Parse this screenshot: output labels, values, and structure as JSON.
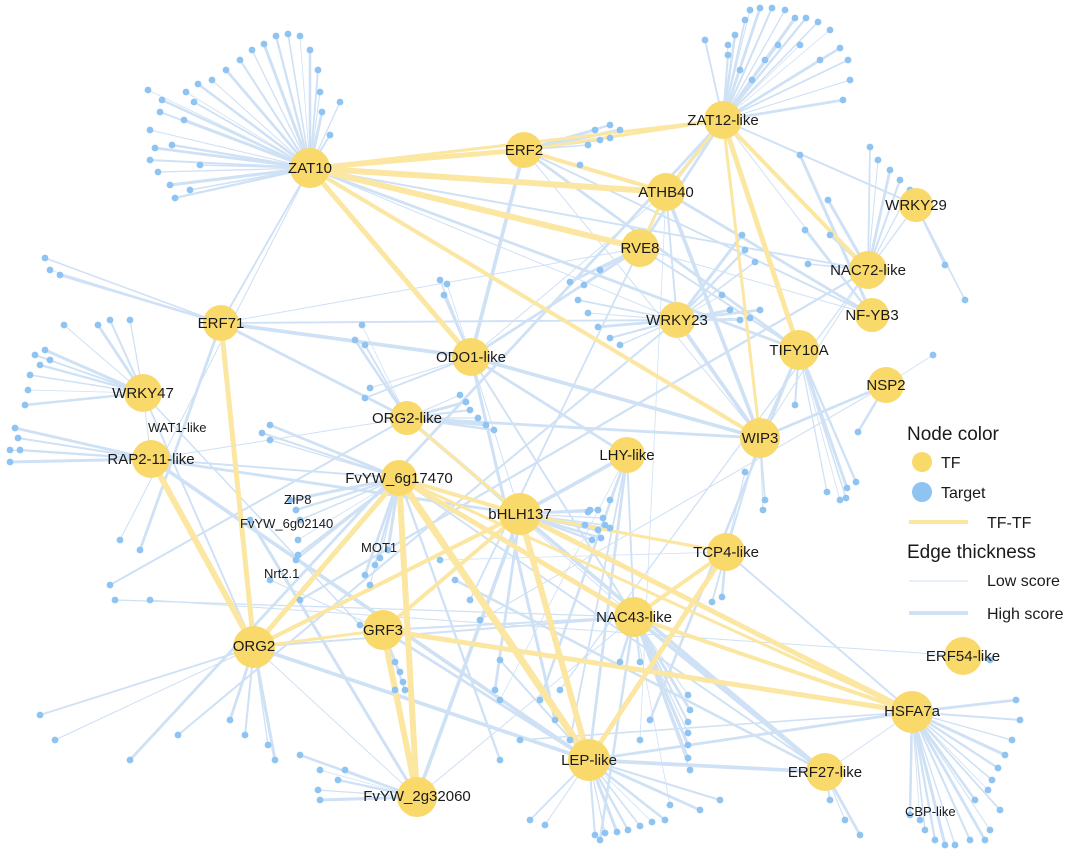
{
  "legend": {
    "node_color_title": "Node color",
    "tf_label": "TF",
    "target_label": "Target",
    "tftf_label": "TF-TF",
    "edge_title": "Edge thickness",
    "low_label": "Low score",
    "high_label": "High score"
  },
  "colors": {
    "tf_node": "#FAD96B",
    "target_node": "#8EC3F2",
    "tf_edge": "#FBE6A2",
    "target_edge": "#CFE1F5"
  },
  "tf_nodes": [
    {
      "id": "zat10",
      "label": "ZAT10"
    },
    {
      "id": "erf2",
      "label": "ERF2"
    },
    {
      "id": "zat12",
      "label": "ZAT12-like"
    },
    {
      "id": "athb40",
      "label": "ATHB40"
    },
    {
      "id": "wrky29",
      "label": "WRKY29"
    },
    {
      "id": "rve8",
      "label": "RVE8"
    },
    {
      "id": "nac72",
      "label": "NAC72-like"
    },
    {
      "id": "erf71",
      "label": "ERF71"
    },
    {
      "id": "nfyb3",
      "label": "NF-YB3"
    },
    {
      "id": "wrky23",
      "label": "WRKY23"
    },
    {
      "id": "tify10a",
      "label": "TIFY10A"
    },
    {
      "id": "odo1",
      "label": "ODO1-like"
    },
    {
      "id": "nsp2",
      "label": "NSP2"
    },
    {
      "id": "wrky47",
      "label": "WRKY47"
    },
    {
      "id": "org2like",
      "label": "ORG2-like"
    },
    {
      "id": "wip3",
      "label": "WIP3"
    },
    {
      "id": "rap211",
      "label": "RAP2-11-like"
    },
    {
      "id": "lhy",
      "label": "LHY-like"
    },
    {
      "id": "fv6g",
      "label": "FvYW_6g17470"
    },
    {
      "id": "bhlh137",
      "label": "bHLH137"
    },
    {
      "id": "tcp4",
      "label": "TCP4-like"
    },
    {
      "id": "nac43",
      "label": "NAC43-like"
    },
    {
      "id": "org2",
      "label": "ORG2"
    },
    {
      "id": "grf3",
      "label": "GRF3"
    },
    {
      "id": "erf54",
      "label": "ERF54-like"
    },
    {
      "id": "hsfa7a",
      "label": "HSFA7a"
    },
    {
      "id": "lep",
      "label": "LEP-like"
    },
    {
      "id": "erf27",
      "label": "ERF27-like"
    },
    {
      "id": "fv2g",
      "label": "FvYW_2g32060"
    }
  ],
  "target_labels": [
    {
      "id": "wat1",
      "label": "WAT1-like"
    },
    {
      "id": "zip8",
      "label": "ZIP8"
    },
    {
      "id": "fv6g02140",
      "label": "FvYW_6g02140"
    },
    {
      "id": "mot1",
      "label": "MOT1"
    },
    {
      "id": "nrt21",
      "label": "Nrt2.1"
    },
    {
      "id": "cbp",
      "label": "CBP-like"
    }
  ]
}
